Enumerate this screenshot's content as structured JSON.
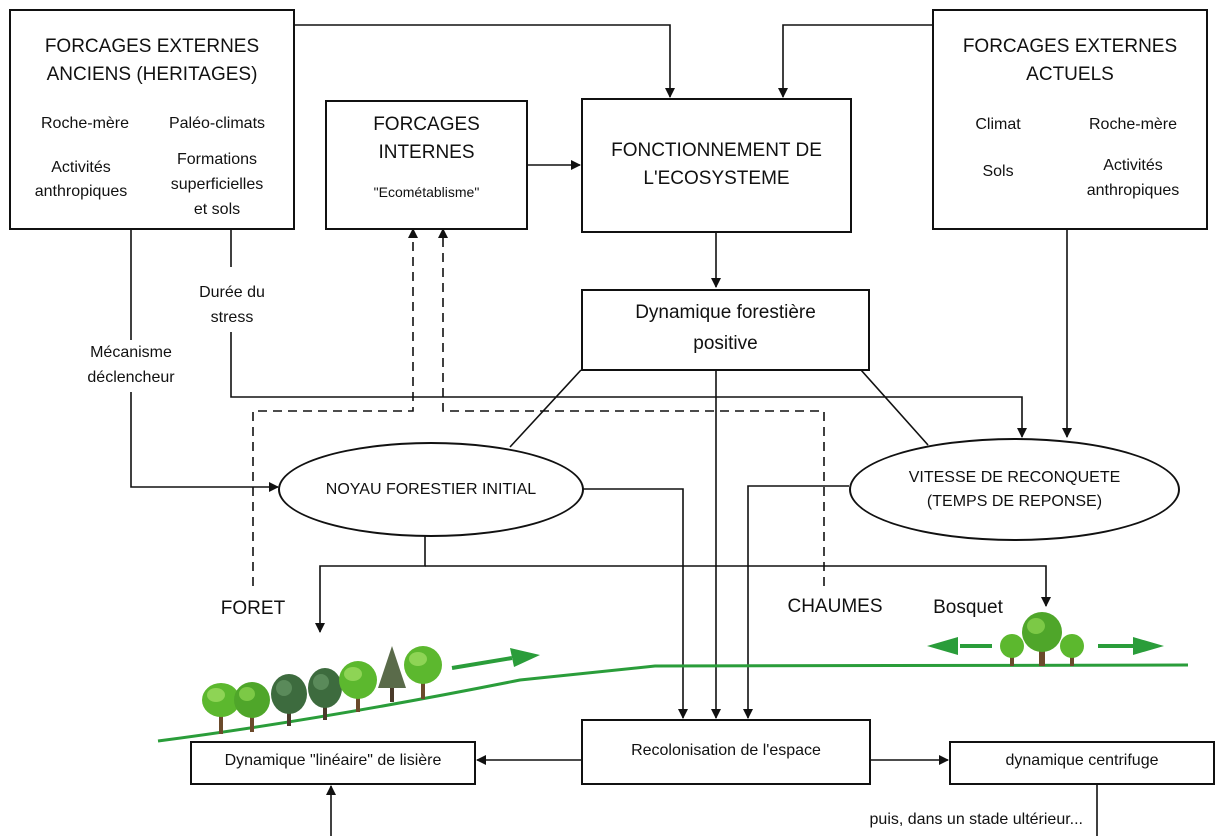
{
  "external_old": {
    "title_line1": "FORCAGES EXTERNES",
    "title_line2": "ANCIENS (HERITAGES)",
    "item1": "Roche-mère",
    "item2": "Paléo-climats",
    "item3_line1": "Activités",
    "item3_line2": "anthropiques",
    "item4_line1": "Formations",
    "item4_line2": "superficielles",
    "item4_line3": "et sols"
  },
  "internal": {
    "title_line1": "FORCAGES",
    "title_line2": "INTERNES",
    "subtitle": "\"Ecométablisme\""
  },
  "ecosystem": {
    "line1": "FONCTIONNEMENT DE",
    "line2": "L'ECOSYSTEME"
  },
  "external_current": {
    "title_line1": "FORCAGES EXTERNES",
    "title_line2": "ACTUELS",
    "item1": "Climat",
    "item2": "Roche-mère",
    "item3": "Sols",
    "item4_line1": "Activités",
    "item4_line2": "anthropiques"
  },
  "dynamics": {
    "line1": "Dynamique forestière",
    "line2": "positive"
  },
  "labels": {
    "duration_line1": "Durée du",
    "duration_line2": "stress",
    "mechanism_line1": "Mécanisme",
    "mechanism_line2": "déclencheur",
    "foret": "FORET",
    "chaumes": "CHAUMES",
    "bosquet": "Bosquet",
    "later": "puis, dans un stade ultérieur..."
  },
  "ellipses": {
    "nucleus": "NOYAU FORESTIER INITIAL",
    "speed_line1": "VITESSE DE RECONQUETE",
    "speed_line2": "(TEMPS DE REPONSE)"
  },
  "bottom": {
    "recolonisation": "Recolonisation de l'espace",
    "linear": "Dynamique \"linéaire\" de lisière",
    "centrifuge": "dynamique centrifuge"
  },
  "colors": {
    "line": "#111111",
    "ground": "#2a9d3a",
    "arrow_green": "#2a9d3a",
    "tree_light": "#5cb82e",
    "tree_dark": "#3d6b3e",
    "trunk": "#6b4a2b"
  },
  "icons": [
    "tree-icon",
    "conifer-icon",
    "green-arrow-icon"
  ]
}
